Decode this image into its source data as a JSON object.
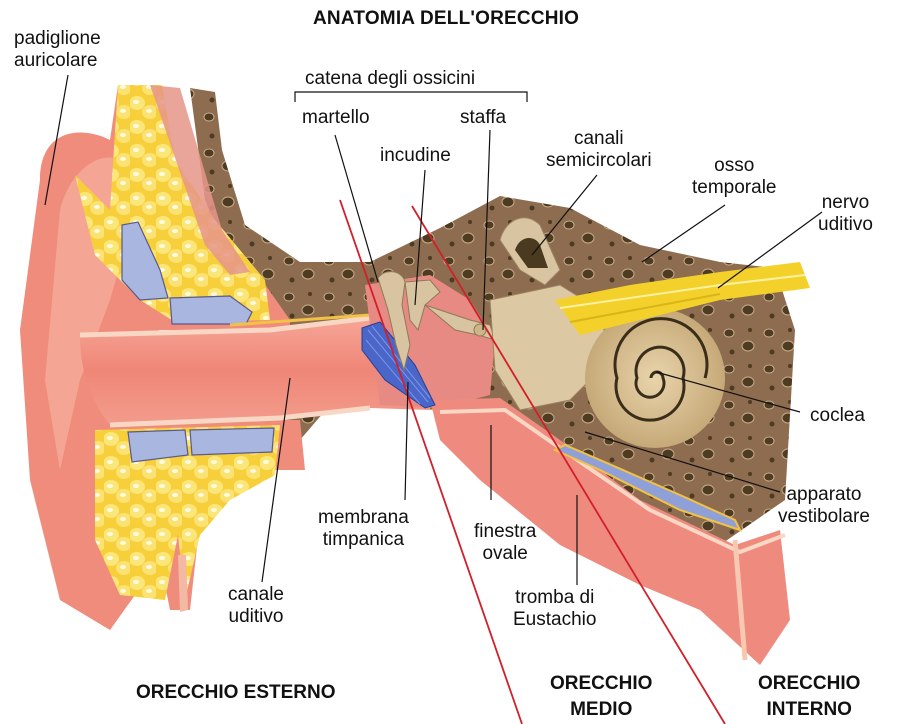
{
  "title": "ANATOMIA DELL'ORECCHIO",
  "colors": {
    "skin": "#f2907f",
    "skin_light": "#f7b3a2",
    "fat": "#f8dd55",
    "cartilage": "#a9b6e0",
    "bone": "#8b6a4e",
    "bone_dark": "#4a3a20",
    "ossicle": "#d9c29a",
    "eardrum": "#4a66c8",
    "nerve": "#f3d12a",
    "divider_line": "#d21f2a",
    "leader_line": "#111111"
  },
  "labels": {
    "padiglione": {
      "line1": "padiglione",
      "line2": "auricolare"
    },
    "catena": "catena degli ossicini",
    "martello": "martello",
    "incudine": "incudine",
    "staffa": "staffa",
    "canali": {
      "line1": "canali",
      "line2": "semicircolari"
    },
    "osso": {
      "line1": "osso",
      "line2": "temporale"
    },
    "nervo": {
      "line1": "nervo",
      "line2": "uditivo"
    },
    "coclea": "coclea",
    "apparato": {
      "line1": "apparato",
      "line2": "vestibolare"
    },
    "membrana": {
      "line1": "membrana",
      "line2": "timpanica"
    },
    "finestra": {
      "line1": "finestra",
      "line2": "ovale"
    },
    "tromba": {
      "line1": "tromba di",
      "line2": "Eustachio"
    },
    "canale": {
      "line1": "canale",
      "line2": "uditivo"
    }
  },
  "sections": {
    "esterno": {
      "line1": "ORECCHIO ESTERNO"
    },
    "medio": {
      "line1": "ORECCHIO",
      "line2": "MEDIO"
    },
    "interno": {
      "line1": "ORECCHIO",
      "line2": "INTERNO"
    }
  }
}
